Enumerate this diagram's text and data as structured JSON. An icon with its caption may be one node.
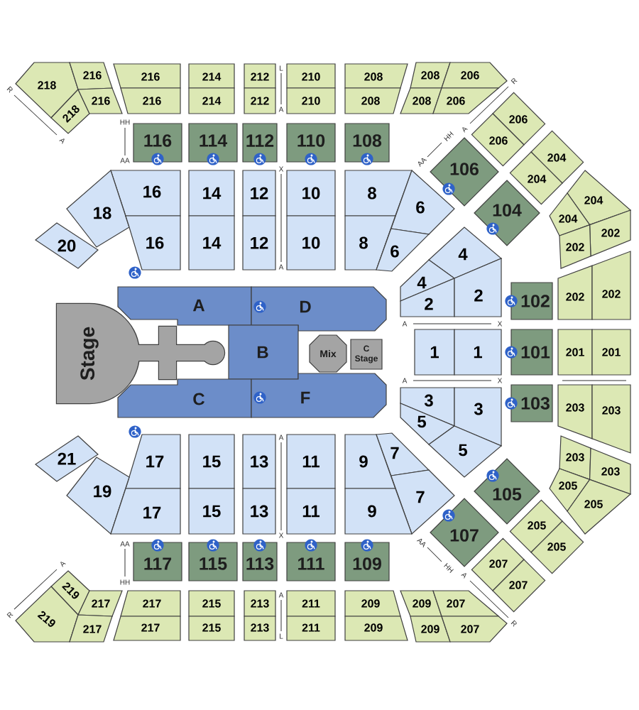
{
  "diagram": {
    "nodes": [
      {
        "text": [
          "218"
        ]
      },
      {
        "text": [
          "216"
        ]
      },
      {
        "text": [
          "216"
        ]
      },
      {
        "text": [
          "214"
        ]
      },
      {
        "text": [
          "212"
        ]
      },
      {
        "text": [
          "210"
        ]
      },
      {
        "text": [
          "208"
        ]
      },
      {
        "text": [
          "208"
        ]
      },
      {
        "text": [
          "206"
        ]
      },
      {
        "text": [
          "218"
        ]
      },
      {
        "text": [
          "216"
        ]
      },
      {
        "text": [
          "216"
        ]
      },
      {
        "text": [
          "214"
        ]
      },
      {
        "text": [
          "212"
        ]
      },
      {
        "text": [
          "210"
        ]
      },
      {
        "text": [
          "208"
        ]
      },
      {
        "text": [
          "208"
        ]
      },
      {
        "text": [
          "206"
        ]
      },
      {
        "text": [
          "206"
        ]
      },
      {
        "text": [
          "206"
        ]
      },
      {
        "text": [
          "116"
        ]
      },
      {
        "text": [
          "114"
        ]
      },
      {
        "text": [
          "112"
        ]
      },
      {
        "text": [
          "110"
        ]
      },
      {
        "text": [
          "108"
        ]
      },
      {
        "text": [
          "106"
        ]
      },
      {
        "text": [
          "204"
        ]
      },
      {
        "text": [
          "204"
        ]
      },
      {
        "text": [
          "16"
        ]
      },
      {
        "text": [
          "14"
        ]
      },
      {
        "text": [
          "12"
        ]
      },
      {
        "text": [
          "10"
        ]
      },
      {
        "text": [
          "8"
        ]
      },
      {
        "text": [
          "204"
        ]
      },
      {
        "text": [
          "6"
        ]
      },
      {
        "text": [
          "104"
        ]
      },
      {
        "text": [
          "18"
        ]
      },
      {
        "text": [
          "204"
        ]
      },
      {
        "text": [
          "202"
        ]
      },
      {
        "text": [
          "20"
        ]
      },
      {
        "text": [
          "16"
        ]
      },
      {
        "text": [
          "14"
        ]
      },
      {
        "text": [
          "12"
        ]
      },
      {
        "text": [
          "10"
        ]
      },
      {
        "text": [
          "8"
        ]
      },
      {
        "text": [
          "6"
        ]
      },
      {
        "text": [
          "202"
        ]
      },
      {
        "text": [
          "4"
        ]
      },
      {
        "text": [
          "4"
        ]
      },
      {
        "text": [
          "202"
        ]
      },
      {
        "text": [
          "202"
        ]
      },
      {
        "text": [
          "A"
        ]
      },
      {
        "text": [
          "D"
        ]
      },
      {
        "text": [
          "2"
        ]
      },
      {
        "text": [
          "2"
        ]
      },
      {
        "text": [
          "102"
        ]
      },
      {
        "text": [
          "Stage"
        ]
      },
      {
        "text": [
          "B"
        ]
      },
      {
        "text": [
          "Mix"
        ]
      },
      {
        "text": [
          "C Stage"
        ]
      },
      {
        "text": [
          "1"
        ]
      },
      {
        "text": [
          "1"
        ]
      },
      {
        "text": [
          "101"
        ]
      },
      {
        "text": [
          "201"
        ]
      },
      {
        "text": [
          "201"
        ]
      },
      {
        "text": [
          "C"
        ]
      },
      {
        "text": [
          "F"
        ]
      },
      {
        "text": [
          "3"
        ]
      },
      {
        "text": [
          "3"
        ]
      },
      {
        "text": [
          "103"
        ]
      },
      {
        "text": [
          "203"
        ]
      },
      {
        "text": [
          "203"
        ]
      },
      {
        "text": [
          "5"
        ]
      },
      {
        "text": [
          "5"
        ]
      },
      {
        "text": [
          "21"
        ]
      },
      {
        "text": [
          "17"
        ]
      },
      {
        "text": [
          "15"
        ]
      },
      {
        "text": [
          "13"
        ]
      },
      {
        "text": [
          "11"
        ]
      },
      {
        "text": [
          "9"
        ]
      },
      {
        "text": [
          "7"
        ]
      },
      {
        "text": [
          "203"
        ]
      },
      {
        "text": [
          "203"
        ]
      },
      {
        "text": [
          "19"
        ]
      },
      {
        "text": [
          "205"
        ]
      },
      {
        "text": [
          "105"
        ]
      },
      {
        "text": [
          "7"
        ]
      },
      {
        "text": [
          "205"
        ]
      },
      {
        "text": [
          "17"
        ]
      },
      {
        "text": [
          "15"
        ]
      },
      {
        "text": [
          "13"
        ]
      },
      {
        "text": [
          "11"
        ]
      },
      {
        "text": [
          "9"
        ]
      },
      {
        "text": [
          "205"
        ]
      },
      {
        "text": [
          "107"
        ]
      },
      {
        "text": [
          "205"
        ]
      },
      {
        "text": [
          "117"
        ]
      },
      {
        "text": [
          "115"
        ]
      },
      {
        "text": [
          "113"
        ]
      },
      {
        "text": [
          "111"
        ]
      },
      {
        "text": [
          "109"
        ]
      },
      {
        "text": [
          "207"
        ]
      },
      {
        "text": [
          "207"
        ]
      },
      {
        "text": [
          "219"
        ]
      },
      {
        "text": [
          "217"
        ]
      },
      {
        "text": [
          "217"
        ]
      },
      {
        "text": [
          "215"
        ]
      },
      {
        "text": [
          "213"
        ]
      },
      {
        "text": [
          "211"
        ]
      },
      {
        "text": [
          "209"
        ]
      },
      {
        "text": [
          "209"
        ]
      },
      {
        "text": [
          "207"
        ]
      },
      {
        "text": [
          "219"
        ]
      },
      {
        "text": [
          "217"
        ]
      },
      {
        "text": [
          "217"
        ]
      },
      {
        "text": [
          "215"
        ]
      },
      {
        "text": [
          "213"
        ]
      },
      {
        "text": [
          "211"
        ]
      },
      {
        "text": [
          "209"
        ]
      },
      {
        "text": [
          "209"
        ]
      },
      {
        "text": [
          "207"
        ]
      }
    ],
    "labels": [
      "L",
      "R",
      "R",
      "A",
      "HH",
      "A",
      "HH",
      "A",
      "AA",
      "AA",
      "X",
      "A",
      "A",
      "X",
      "A",
      "X",
      "A",
      "X",
      "AA",
      "AA",
      "A",
      "HH",
      "HH",
      "A",
      "A",
      "R",
      "R",
      "L"
    ]
  }
}
